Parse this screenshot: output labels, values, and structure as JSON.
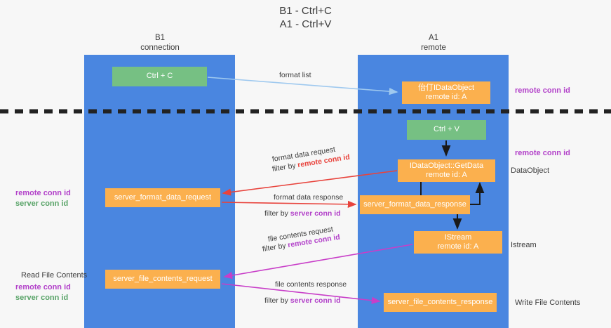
{
  "title": {
    "line1": "B1 - Ctrl+C",
    "line2": "A1 - Ctrl+V"
  },
  "columns": [
    {
      "name": "B1",
      "role": "connection"
    },
    {
      "name": "A1",
      "role": "remote"
    }
  ],
  "nodes": {
    "ctrl_c": {
      "label": "Ctrl + C",
      "color": "#76c083"
    },
    "idataobject": {
      "line1": "佁仃IDataObject",
      "line2": "remote id: A",
      "color": "#fbb04e"
    },
    "ctrl_v": {
      "label": "Ctrl + V",
      "color": "#76c083"
    },
    "getdata": {
      "line1": "IDataObject::GetData",
      "line2": "remote id: A",
      "color": "#fbb04e"
    },
    "server_format_data_request": {
      "label": "server_format_data_request",
      "color": "#fbb04e"
    },
    "server_format_data_response": {
      "label": "server_format_data_response",
      "color": "#fbb04e"
    },
    "istream": {
      "line1": "IStream",
      "line2": "remote id: A",
      "color": "#fbb04e"
    },
    "server_file_contents_request": {
      "label": "server_file_contents_request",
      "color": "#fbb04e"
    },
    "server_file_contents_response": {
      "label": "server_file_contents_response",
      "color": "#fbb04e"
    }
  },
  "edges": {
    "format_list": "format list",
    "format_data_request": "format data request",
    "format_data_request_filter_prefix": "filter by ",
    "format_data_request_filter_key": "remote conn id",
    "format_data_response": "format data response",
    "format_data_response_filter_prefix": "filter by ",
    "format_data_response_filter_key": "server conn id",
    "file_contents_request": "file contents request",
    "file_contents_request_filter_prefix": "filter by ",
    "file_contents_request_filter_key": "remote conn id",
    "file_contents_response": "file contents response",
    "file_contents_response_filter_prefix": "filter by ",
    "file_contents_response_filter_key": "server conn id"
  },
  "annotations": {
    "right_remote_conn_id_top": "remote conn id",
    "right_remote_conn_id_mid": "remote conn id",
    "right_dataobject": "DataObject",
    "right_istream": "Istream",
    "right_write_file_contents": "Write File Contents",
    "left_remote_conn_id_mid": "remote conn id",
    "left_server_conn_id_mid": "server conn id",
    "left_read_file_contents": "Read File Contents",
    "left_remote_conn_id_low": "remote conn id",
    "left_server_conn_id_low": "server conn id"
  },
  "colors": {
    "lane": "#4a86e0",
    "green_node": "#76c083",
    "orange_node": "#fbb04e",
    "purple_text": "#b241c9",
    "green_text": "#5aa469",
    "red_arrow": "#e8433c",
    "magenta_arrow": "#c83ec8",
    "blue_arrow": "#9fc9ef",
    "black_arrow": "#1a1a1a",
    "background": "#f7f7f7"
  }
}
